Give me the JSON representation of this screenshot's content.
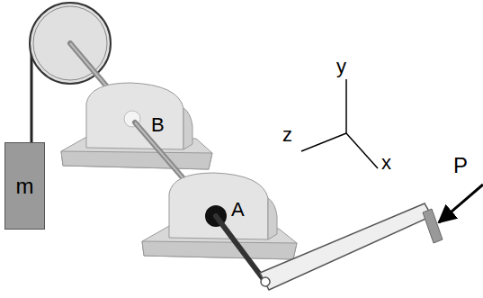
{
  "diagram": {
    "nodes": [
      {
        "text": [
          "m"
        ]
      }
    ],
    "labels": [
      "B",
      "A",
      "P",
      "y",
      "z",
      "x"
    ]
  }
}
